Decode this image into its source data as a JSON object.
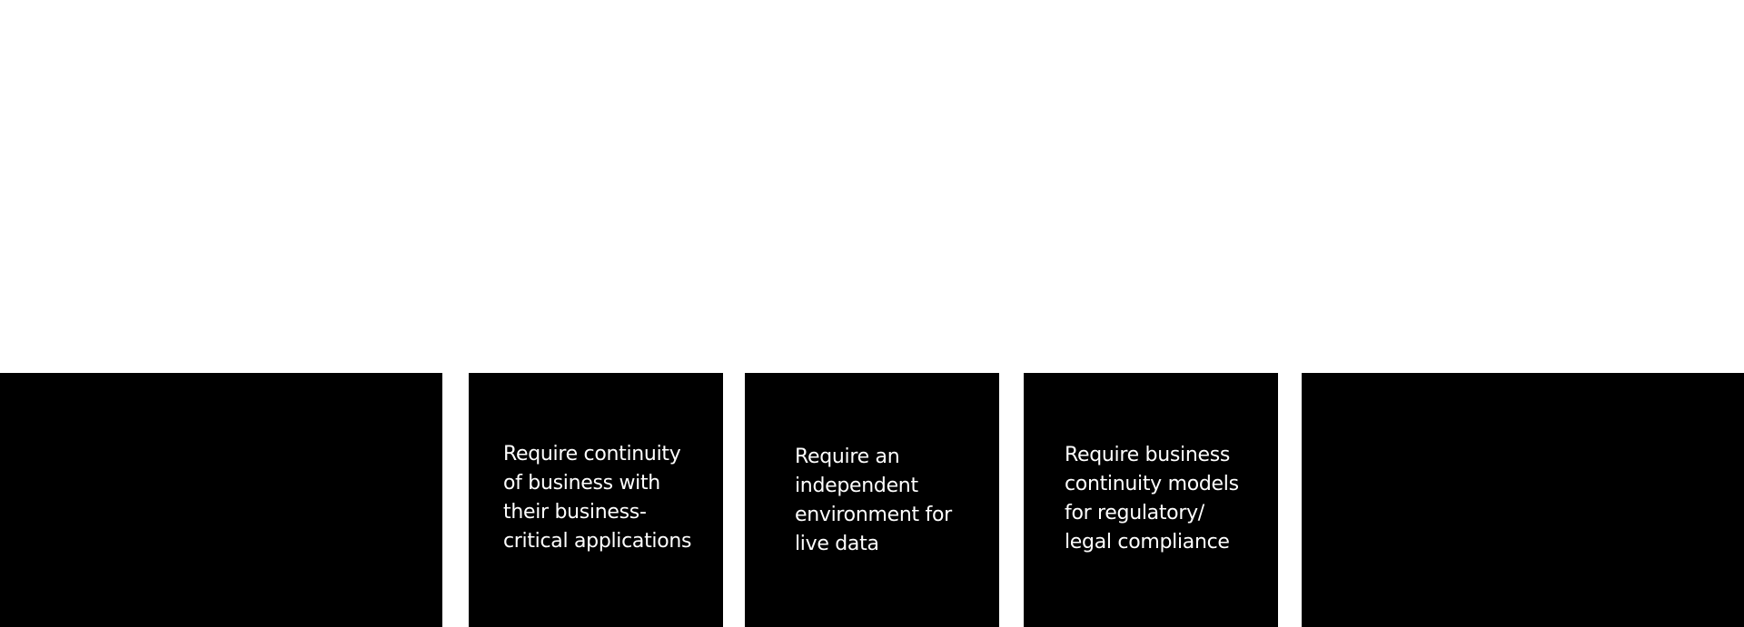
{
  "cards": [
    {
      "text": "Require continuity\nof business with\ntheir business-\ncritical applications"
    },
    {
      "text": "Require an\nindependent\nenvironment for\nlive data"
    },
    {
      "text": "Require business\ncontinuity models\nfor regulatory/\nlegal compliance"
    }
  ],
  "colors": {
    "background": "#ffffff",
    "panel": "#000000",
    "text": "#ffffff"
  }
}
